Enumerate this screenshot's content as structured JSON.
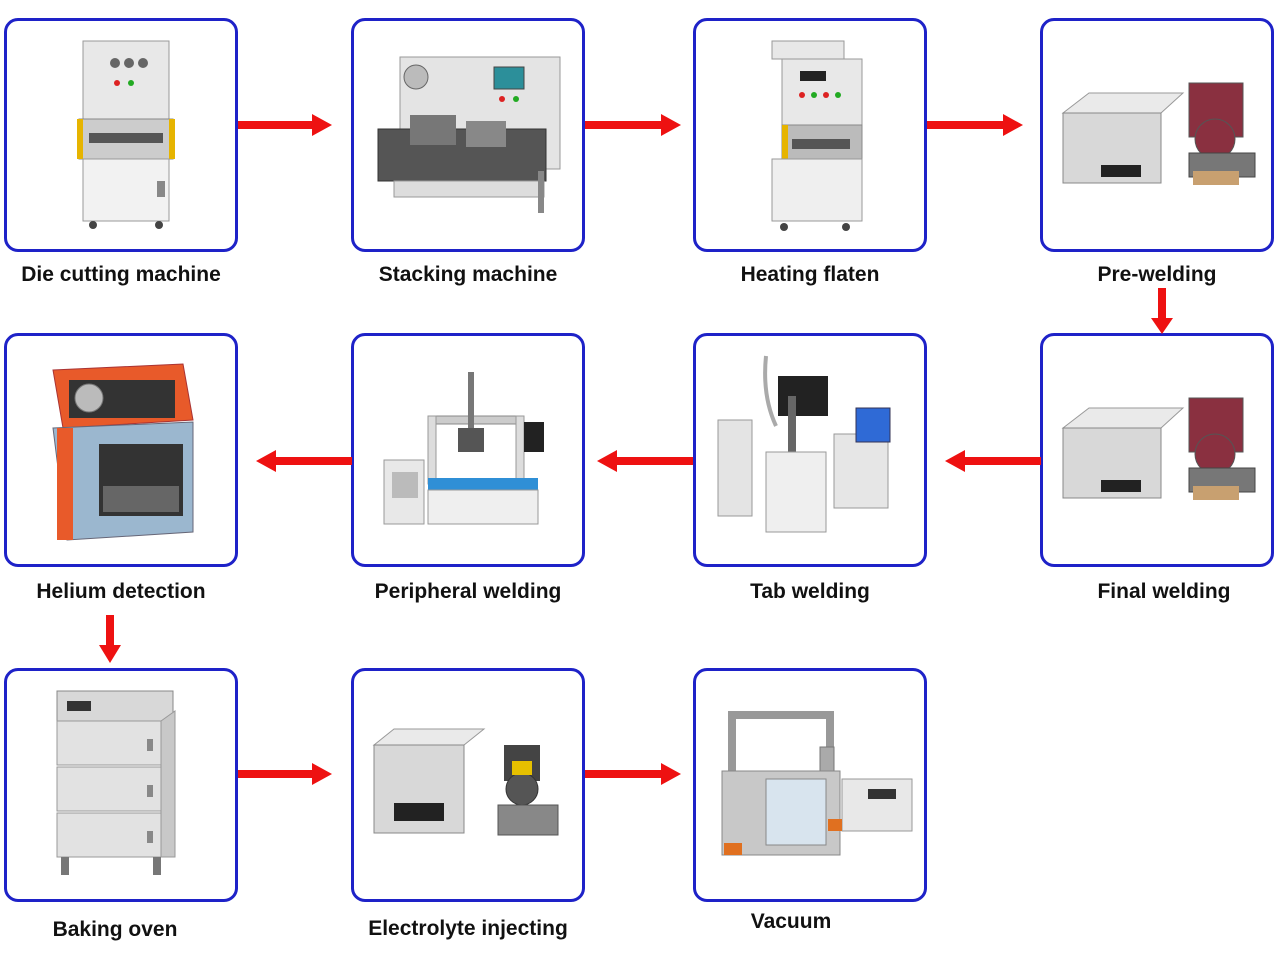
{
  "steps": [
    {
      "label": "Die cutting machine",
      "icon": "die-cutting-machine-icon"
    },
    {
      "label": "Stacking machine",
      "icon": "stacking-machine-icon"
    },
    {
      "label": "Heating flaten",
      "icon": "heating-platen-icon"
    },
    {
      "label": "Pre-welding",
      "icon": "ultrasonic-welder-icon"
    },
    {
      "label": "Final welding",
      "icon": "ultrasonic-welder-icon"
    },
    {
      "label": "Tab welding",
      "icon": "laser-welder-icon"
    },
    {
      "label": "Peripheral welding",
      "icon": "gantry-welder-icon"
    },
    {
      "label": "Helium detection",
      "icon": "helium-leak-detector-icon"
    },
    {
      "label": "Baking oven",
      "icon": "oven-icon"
    },
    {
      "label": "Electrolyte injecting",
      "icon": "injector-icon"
    },
    {
      "label": "Vacuum",
      "icon": "vacuum-chamber-icon"
    }
  ],
  "colors": {
    "card_border": "#1e22c8",
    "arrow": "#ee1111"
  }
}
